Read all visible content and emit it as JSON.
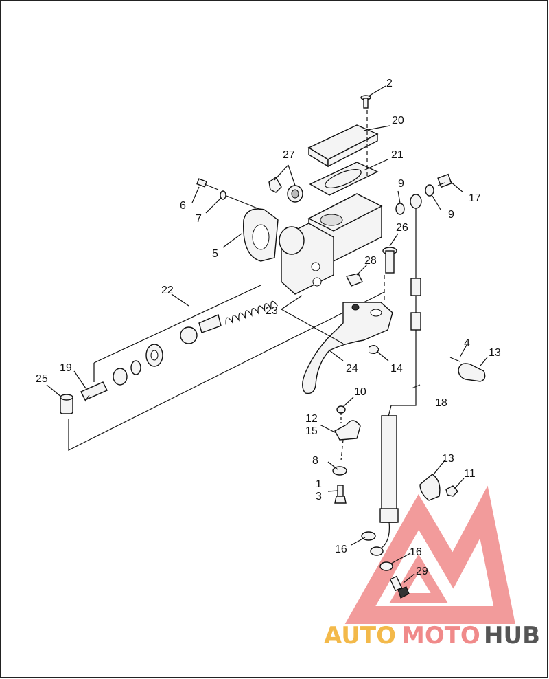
{
  "labels": {
    "p1": "1",
    "p2": "2",
    "p3": "3",
    "p4": "4",
    "p5": "5",
    "p6": "6",
    "p7": "7",
    "p8": "8",
    "p9a": "9",
    "p9b": "9",
    "p10": "10",
    "p11": "11",
    "p12": "12",
    "p13a": "13",
    "p13b": "13",
    "p14": "14",
    "p15": "15",
    "p16a": "16",
    "p16b": "16",
    "p17": "17",
    "p18": "18",
    "p19": "19",
    "p20": "20",
    "p21": "21",
    "p22": "22",
    "p23": "23",
    "p24": "24",
    "p25": "25",
    "p26": "26",
    "p27": "27",
    "p28": "28",
    "p29": "29"
  },
  "watermark": {
    "part1": "AUTO",
    "part2": "MOTO",
    "part3": "HUB",
    "color_auto": "#f3b94a",
    "color_moto": "#f08a8a",
    "color_hub": "#555555"
  }
}
